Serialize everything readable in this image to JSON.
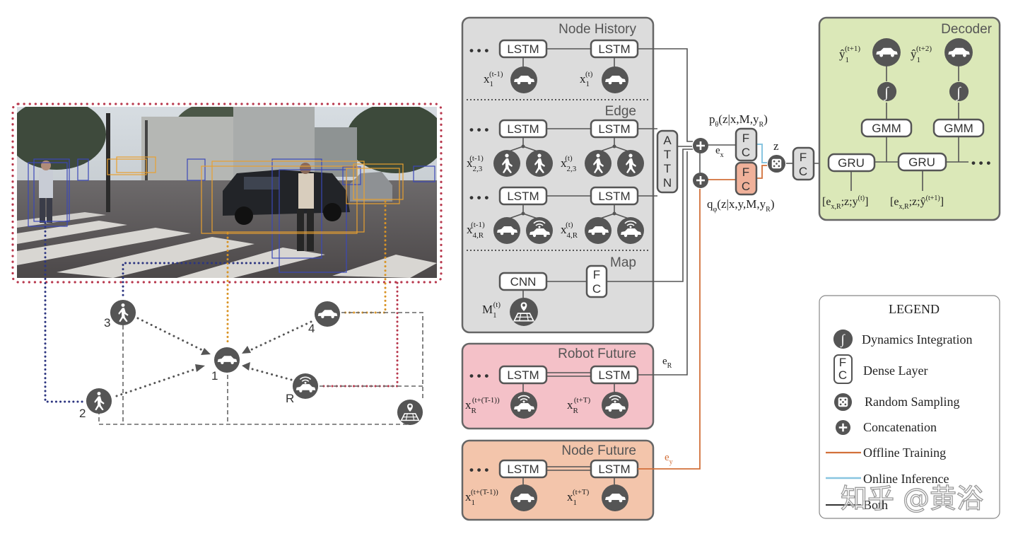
{
  "colors": {
    "panel_gray": "#dcdcdc",
    "panel_border": "#666666",
    "robot_future_bg": "#f4c1c8",
    "node_future_bg": "#f3c5ab",
    "decoder_bg": "#dbe8b8",
    "node_fill": "#555555",
    "orange_wire": "#d2703a",
    "blue_wire": "#88c5e0",
    "navy_dots": "#2c3580",
    "red_dots": "#b8384d",
    "amber_dots": "#d99426",
    "gray_dots": "#666666",
    "fc_orange_fill": "#f0b19a"
  },
  "scene": {
    "agent_labels": [
      "1",
      "2",
      "3",
      "4",
      "R"
    ],
    "node_icons": [
      "car-icon",
      "pedestrian-icon",
      "pedestrian-icon",
      "car-icon",
      "robot-car-icon",
      "map-icon"
    ]
  },
  "node_history": {
    "title": "Node History",
    "lstm_labels": [
      "LSTM",
      "LSTM"
    ],
    "ellipsis": "• • •",
    "inputs": [
      {
        "base": "x",
        "sub": "1",
        "sup": "(t-1)"
      },
      {
        "base": "x",
        "sub": "1",
        "sup": "(t)"
      }
    ]
  },
  "edge": {
    "title": "Edge",
    "rows": [
      {
        "lstm_labels": [
          "LSTM",
          "LSTM"
        ],
        "inputs": [
          {
            "base": "x",
            "sub": "2,3",
            "sup": "(t-1)"
          },
          {
            "base": "x",
            "sub": "2,3",
            "sup": "(t)"
          }
        ]
      },
      {
        "lstm_labels": [
          "LSTM",
          "LSTM"
        ],
        "inputs": [
          {
            "base": "x",
            "sub": "4,R",
            "sup": "(t-1)"
          },
          {
            "base": "x",
            "sub": "4,R",
            "sup": "(t)"
          }
        ]
      }
    ],
    "ellipsis": "• • •"
  },
  "map": {
    "title": "Map",
    "cnn_label": "CNN",
    "fc_letters": [
      "F",
      "C"
    ],
    "input": {
      "base": "M",
      "sub": "1",
      "sup": "(t)"
    }
  },
  "attn_letters": [
    "A",
    "T",
    "T",
    "N"
  ],
  "robot_future": {
    "title": "Robot Future",
    "lstm_labels": [
      "LSTM",
      "LSTM"
    ],
    "ellipsis": "• • •",
    "inputs": [
      {
        "base": "x",
        "sub": "R",
        "sup": "(t+(T-1))"
      },
      {
        "base": "x",
        "sub": "R",
        "sup": "(t+T)"
      }
    ],
    "encoding_label": {
      "base": "e",
      "sub": "R"
    }
  },
  "node_future": {
    "title": "Node Future",
    "lstm_labels": [
      "LSTM",
      "LSTM"
    ],
    "ellipsis": "• • •",
    "inputs": [
      {
        "base": "x",
        "sub": "1",
        "sup": "(t+(T-1))"
      },
      {
        "base": "x",
        "sub": "1",
        "sup": "(t+T)"
      }
    ],
    "encoding_label": {
      "base": "e",
      "sub": "y"
    }
  },
  "latent": {
    "prior_label": {
      "pre": "p",
      "sub": "θ",
      "post": "(z|x,M,y",
      "sub2": "R",
      "close": ")"
    },
    "posterior_label": {
      "pre": "q",
      "sub": "φ",
      "post": "(z|x,y,M,y",
      "sub2": "R",
      "close": ")"
    },
    "ex_label": {
      "base": "e",
      "sub": "x"
    },
    "z_label": "z",
    "fc_letters": [
      "F",
      "C"
    ]
  },
  "decoder": {
    "title": "Decoder",
    "gru_labels": [
      "GRU",
      "GRU"
    ],
    "gmm_labels": [
      "GMM",
      "GMM"
    ],
    "integral": "∫",
    "ellipsis": "• • •",
    "outputs": [
      {
        "base": "ŷ",
        "sub": "1",
        "sup": "(t+1)"
      },
      {
        "base": "ŷ",
        "sub": "1",
        "sup": "(t+2)"
      }
    ],
    "inputs": [
      {
        "pre": "[e",
        "sub": "x,R",
        "mid": ";z;y",
        "sup": "(t)",
        "post": "]"
      },
      {
        "pre": "[e",
        "sub": "x,R",
        "mid": ";z;ŷ",
        "sup": "(t+1)",
        "post": "]"
      }
    ]
  },
  "legend": {
    "title": "LEGEND",
    "items": [
      {
        "icon": "integral-icon",
        "label": "Dynamics Integration"
      },
      {
        "icon": "dense-layer-icon",
        "label": "Dense Layer"
      },
      {
        "icon": "dice-icon",
        "label": "Random Sampling"
      },
      {
        "icon": "plus-icon",
        "label": "Concatenation"
      },
      {
        "icon": "orange-line-icon",
        "label": "Offline Training"
      },
      {
        "icon": "blue-line-icon",
        "label": "Online Inference"
      },
      {
        "icon": "black-line-icon",
        "label": "Both"
      }
    ],
    "fc_letters": [
      "F",
      "C"
    ],
    "integral": "∫"
  },
  "watermark": "知乎 @黄浴"
}
